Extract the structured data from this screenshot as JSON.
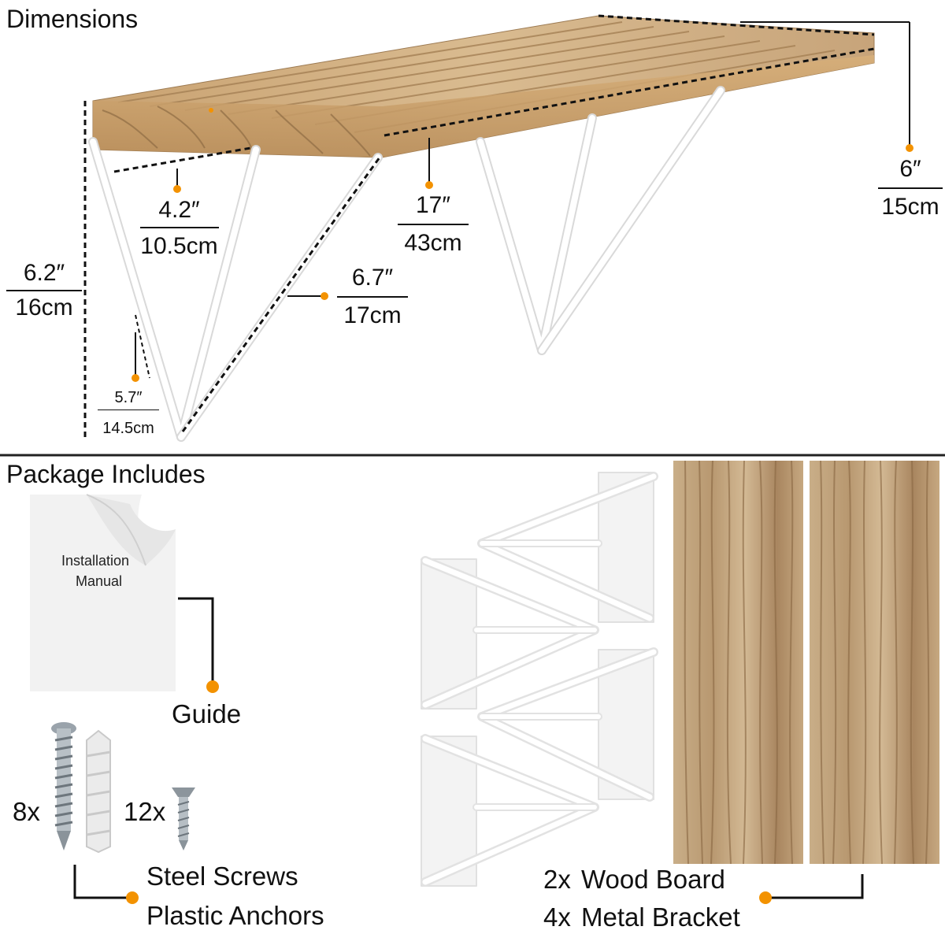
{
  "sections": {
    "dimensions_title": "Dimensions",
    "package_title": "Package Includes"
  },
  "dimensions": {
    "height": {
      "imperial": "6.2″",
      "metric": "16cm"
    },
    "bracket_top": {
      "imperial": "4.2″",
      "metric": "10.5cm"
    },
    "length": {
      "imperial": "17″",
      "metric": "43cm"
    },
    "depth": {
      "imperial": "6″",
      "metric": "15cm"
    },
    "bracket_diagonal": {
      "imperial": "6.7″",
      "metric": "17cm"
    },
    "bracket_leg": {
      "imperial": "5.7″",
      "metric": "14.5cm"
    }
  },
  "package": {
    "manual_text_line1": "Installation",
    "manual_text_line2": "Manual",
    "guide_label": "Guide",
    "screw_count": "8x",
    "anchor_count": "12x",
    "hardware_line1": "Steel Screws",
    "hardware_line2": "Plastic Anchors",
    "board_qty": "2x",
    "board_label": "Wood Board",
    "bracket_qty": "4x",
    "bracket_label": "Metal Bracket"
  },
  "colors": {
    "accent_dot": "#f39200",
    "wood_light": "#d8b98e",
    "wood_dark": "#a8845a",
    "bracket_white": "#f4f4f4"
  }
}
